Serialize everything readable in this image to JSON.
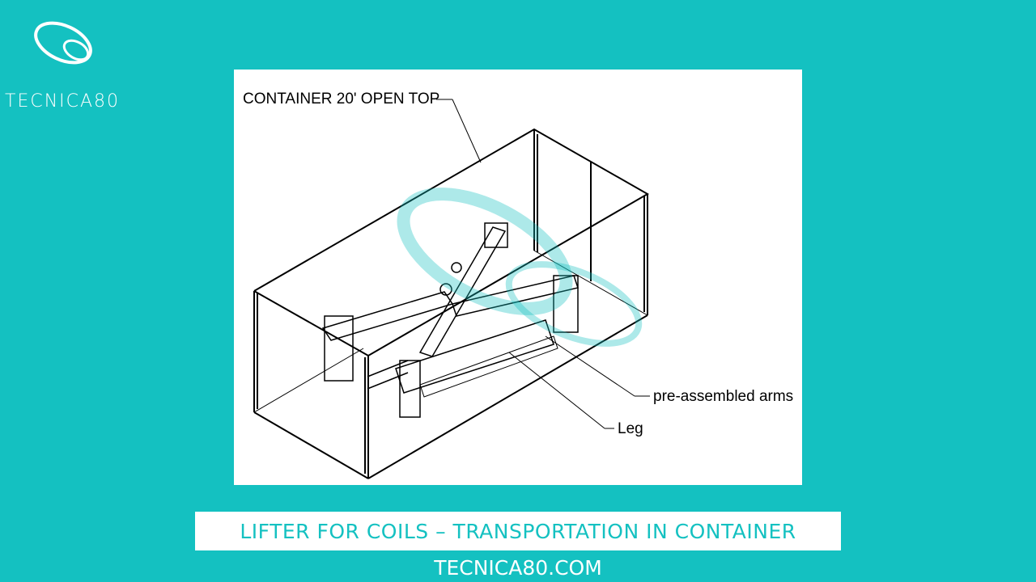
{
  "brand": {
    "name": "TECNICA80",
    "logo_icon": "tecnica80-swirl-logo"
  },
  "drawing": {
    "labels": {
      "container": "CONTAINER 20' OPEN TOP",
      "arms": "pre-assembled arms",
      "leg": "Leg"
    },
    "highlight_color": "#9DE3E3"
  },
  "caption": "LIFTER FOR COILS – TRANSPORTATION IN CONTAINER",
  "website": "TECNICA80.COM",
  "colors": {
    "background": "#14C1C1",
    "caption_bg": "#FFFFFF"
  }
}
